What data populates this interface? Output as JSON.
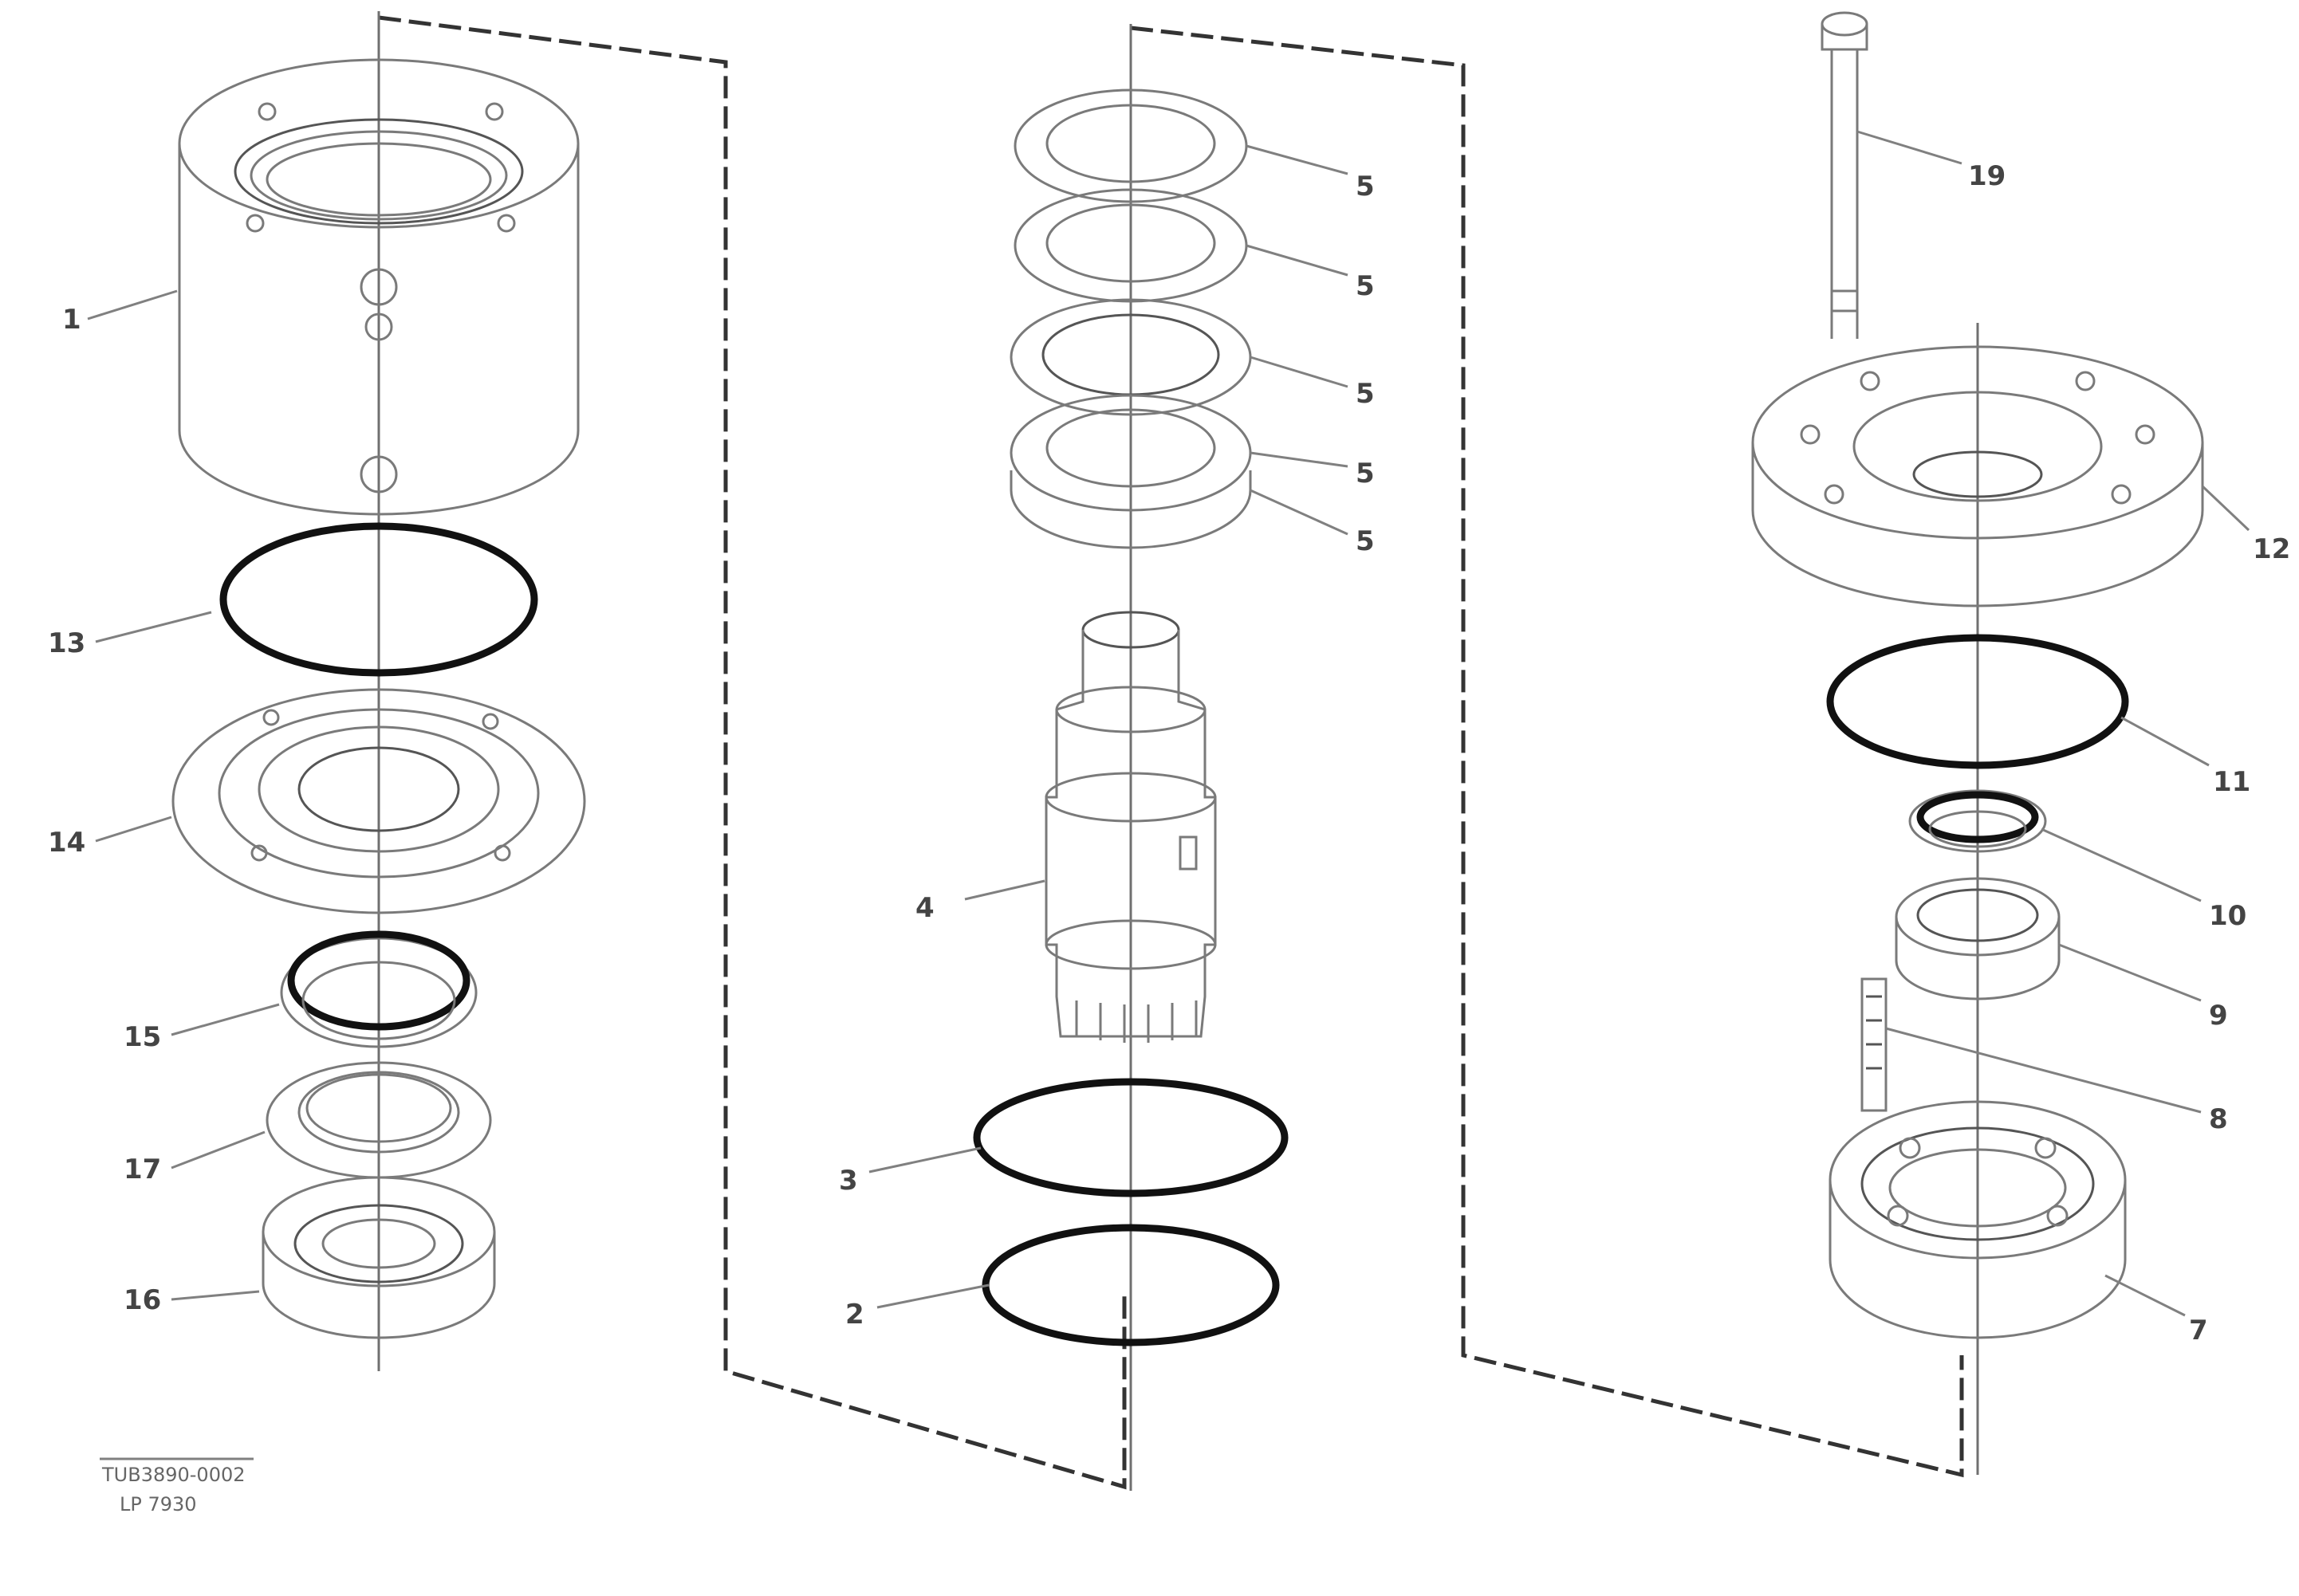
{
  "callouts": {
    "c1": "1",
    "c13": "13",
    "c14": "14",
    "c15": "15",
    "c17": "17",
    "c16": "16",
    "c5a": "5",
    "c5b": "5",
    "c5c": "5",
    "c5d": "5",
    "c5e": "5",
    "c4": "4",
    "c3": "3",
    "c2": "2",
    "c19": "19",
    "c12": "12",
    "c11": "11",
    "c10": "10",
    "c9": "9",
    "c8": "8",
    "c7": "7"
  },
  "reference": {
    "code_line1": "TUB3890-0002",
    "code_line2": "LP 7930"
  }
}
